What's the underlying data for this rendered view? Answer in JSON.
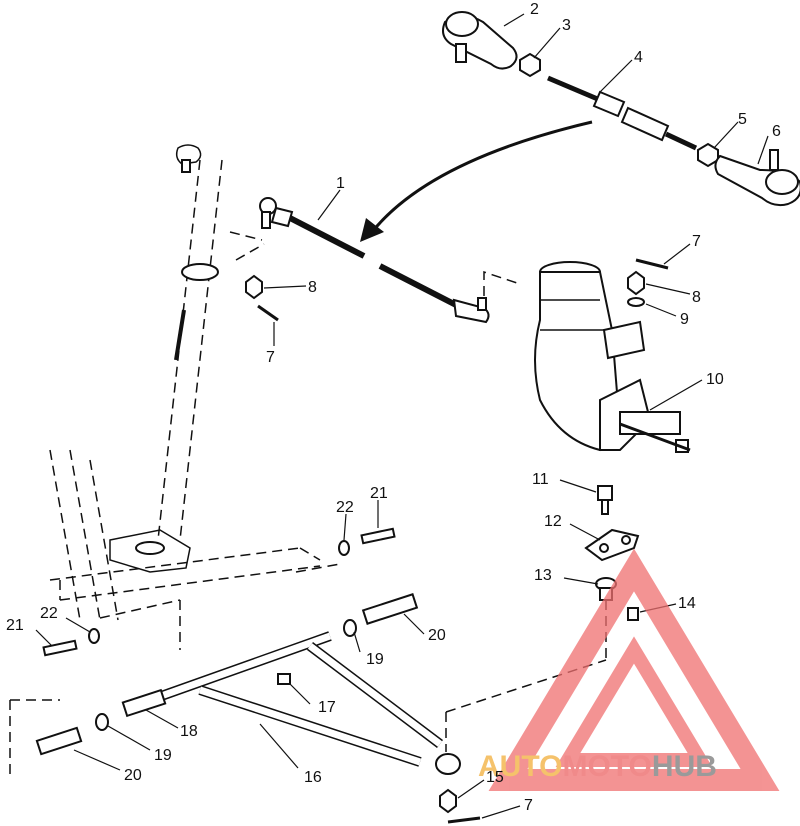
{
  "callouts": [
    {
      "id": "c1",
      "label": "1"
    },
    {
      "id": "c2",
      "label": "2"
    },
    {
      "id": "c3",
      "label": "3"
    },
    {
      "id": "c4",
      "label": "4"
    },
    {
      "id": "c5",
      "label": "5"
    },
    {
      "id": "c6",
      "label": "6"
    },
    {
      "id": "c7a",
      "label": "7"
    },
    {
      "id": "c7b",
      "label": "7"
    },
    {
      "id": "c7c",
      "label": "7"
    },
    {
      "id": "c8a",
      "label": "8"
    },
    {
      "id": "c8b",
      "label": "8"
    },
    {
      "id": "c9",
      "label": "9"
    },
    {
      "id": "c10",
      "label": "10"
    },
    {
      "id": "c11",
      "label": "11"
    },
    {
      "id": "c12",
      "label": "12"
    },
    {
      "id": "c13",
      "label": "13"
    },
    {
      "id": "c14",
      "label": "14"
    },
    {
      "id": "c15",
      "label": "15"
    },
    {
      "id": "c16",
      "label": "16"
    },
    {
      "id": "c17",
      "label": "17"
    },
    {
      "id": "c18",
      "label": "18"
    },
    {
      "id": "c19a",
      "label": "19"
    },
    {
      "id": "c19b",
      "label": "19"
    },
    {
      "id": "c20a",
      "label": "20"
    },
    {
      "id": "c20b",
      "label": "20"
    },
    {
      "id": "c21a",
      "label": "21"
    },
    {
      "id": "c21b",
      "label": "21"
    },
    {
      "id": "c22a",
      "label": "22"
    },
    {
      "id": "c22b",
      "label": "22"
    }
  ],
  "watermark": {
    "part1": "AUTO",
    "part2": "MOTO",
    "part3": "HUB",
    "color1": "#f5c26b",
    "color2": "#f08a8a",
    "color3": "#9a9a9a",
    "logo_color": "#f07070"
  },
  "colors": {
    "line": "#111111",
    "background": "#ffffff"
  }
}
